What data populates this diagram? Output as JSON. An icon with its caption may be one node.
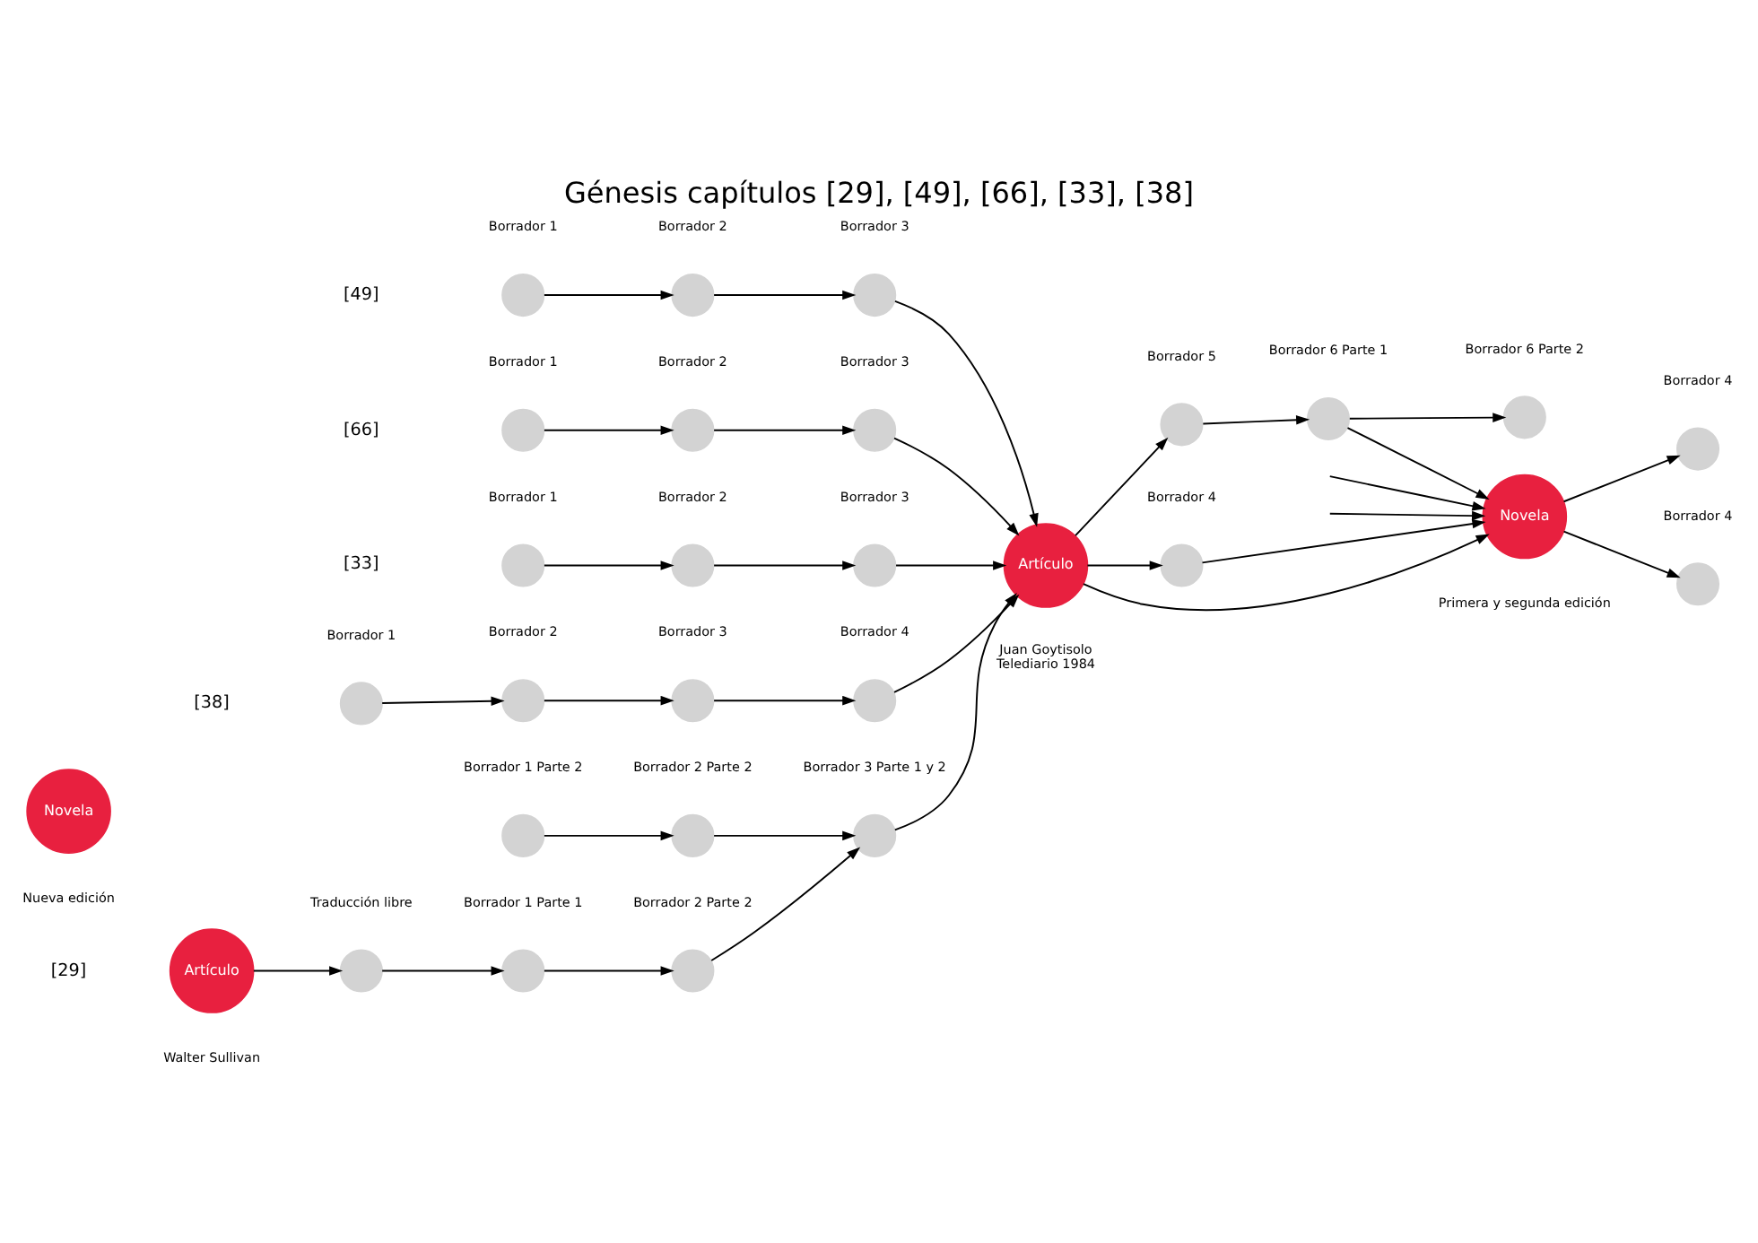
{
  "diagram": {
    "title": "Génesis capítulos [29], [49], [66], [33], [38]",
    "nodes": [
      {
        "text": [
          "Artículo"
        ],
        "beside": [
          "Walter Sullivan"
        ]
      },
      {
        "text": [],
        "shape": "circle",
        "beside": [
          "Traducción libre"
        ]
      },
      {
        "text": [],
        "shape": "circle",
        "beside": [
          "Borrador 1 Parte 1"
        ]
      },
      {
        "text": [],
        "shape": "circle",
        "beside": [
          "Borrador 2 Parte 2"
        ]
      },
      {
        "text": [],
        "shape": "circle",
        "beside": [
          "Borrador 1 Parte 2"
        ]
      },
      {
        "text": [],
        "shape": "circle",
        "beside": [
          "Borrador 2 Parte 2"
        ]
      },
      {
        "text": [],
        "shape": "circle",
        "beside": [
          "Borrador 3 Parte 1 y 2"
        ]
      },
      {
        "text": [],
        "shape": "circle",
        "beside": [
          "Borrador 1"
        ]
      },
      {
        "text": [],
        "shape": "circle",
        "beside": [
          "Borrador 2"
        ]
      },
      {
        "text": [],
        "shape": "circle",
        "beside": [
          "Borrador 3"
        ]
      },
      {
        "text": [],
        "shape": "circle",
        "beside": [
          "Borrador 1"
        ]
      },
      {
        "text": [],
        "shape": "circle",
        "beside": [
          "Borrador 2"
        ]
      },
      {
        "text": [],
        "shape": "circle",
        "beside": [
          "Borrador 3"
        ]
      },
      {
        "text": [],
        "shape": "circle",
        "beside": [
          "Borrador 1"
        ]
      },
      {
        "text": [],
        "shape": "circle",
        "beside": [
          "Borrador 2"
        ]
      },
      {
        "text": [],
        "shape": "circle",
        "beside": [
          "Borrador 3"
        ]
      },
      {
        "text": [],
        "shape": "circle",
        "beside": [
          "Borrador 1"
        ]
      },
      {
        "text": [],
        "shape": "circle",
        "beside": [
          "Borrador 2"
        ]
      },
      {
        "text": [],
        "shape": "circle",
        "beside": [
          "Borrador 3"
        ]
      },
      {
        "text": [],
        "shape": "circle",
        "beside": [
          "Borrador 4"
        ]
      },
      {
        "text": [
          "Artículo"
        ],
        "beside": [
          "Juan Goytisolo",
          "Telediario 1984"
        ]
      },
      {
        "text": [],
        "shape": "circle",
        "beside": [
          "Borrador 4"
        ]
      },
      {
        "text": [],
        "shape": "circle",
        "beside": [
          "Borrador 5"
        ]
      },
      {
        "text": [],
        "shape": "circle",
        "beside": [
          "Borrador 6 Parte 1"
        ]
      },
      {
        "text": [],
        "shape": "circle",
        "beside": [
          "Borrador 6 Parte 2"
        ]
      },
      {
        "text": [
          "Novela"
        ],
        "beside": [
          "Primera y segunda edición"
        ]
      },
      {
        "text": [],
        "shape": "circle",
        "beside": [
          "Borrador 4"
        ]
      },
      {
        "text": [],
        "shape": "circle",
        "beside": [
          "Borrador 4"
        ]
      },
      {
        "text": [
          "Novela"
        ],
        "beside": [
          "Nueva edición"
        ]
      }
    ],
    "edges": [
      {
        "from": 0,
        "to": 1,
        "arrow": "to"
      },
      {
        "from": 1,
        "to": 2,
        "arrow": "to"
      },
      {
        "from": 2,
        "to": 3,
        "arrow": "to"
      },
      {
        "from": 4,
        "to": 5,
        "arrow": "to"
      },
      {
        "from": 3,
        "to": 6,
        "arrow": "to"
      },
      {
        "from": 5,
        "to": 6,
        "arrow": "to"
      },
      {
        "from": 7,
        "to": 8,
        "arrow": "to"
      },
      {
        "from": 8,
        "to": 9,
        "arrow": "to"
      },
      {
        "from": 10,
        "to": 11,
        "arrow": "to"
      },
      {
        "from": 11,
        "to": 12,
        "arrow": "to"
      },
      {
        "from": 13,
        "to": 14,
        "arrow": "to"
      },
      {
        "from": 14,
        "to": 15,
        "arrow": "to"
      },
      {
        "from": 16,
        "to": 17,
        "arrow": "to"
      },
      {
        "from": 17,
        "to": 18,
        "arrow": "to"
      },
      {
        "from": 18,
        "to": 19,
        "arrow": "to"
      },
      {
        "from": 6,
        "to": 20,
        "arrow": "to"
      },
      {
        "from": 9,
        "to": 20,
        "arrow": "to"
      },
      {
        "from": 12,
        "to": 20,
        "arrow": "to"
      },
      {
        "from": 15,
        "to": 20,
        "arrow": "to"
      },
      {
        "from": 19,
        "to": 20,
        "arrow": "to"
      },
      {
        "from": 20,
        "to": 21,
        "arrow": "to"
      },
      {
        "from": 20,
        "to": 22,
        "arrow": "to"
      },
      {
        "from": 22,
        "to": 23,
        "arrow": "to"
      },
      {
        "from": 23,
        "to": 24,
        "arrow": "to"
      },
      {
        "from": 20,
        "to": 25,
        "arrow": "to"
      },
      {
        "from": 21,
        "to": 25,
        "arrow": "to"
      },
      {
        "from": 23,
        "to": 25,
        "arrow": "to"
      },
      {
        "from": null,
        "to": 25,
        "arrow": "to"
      },
      {
        "from": null,
        "to": 25,
        "arrow": "to"
      },
      {
        "from": 25,
        "to": 26,
        "arrow": "to"
      },
      {
        "from": 25,
        "to": 27,
        "arrow": "to"
      }
    ],
    "labels": [
      "[29]",
      "[49]",
      "[66]",
      "[33]",
      "[38]"
    ]
  }
}
